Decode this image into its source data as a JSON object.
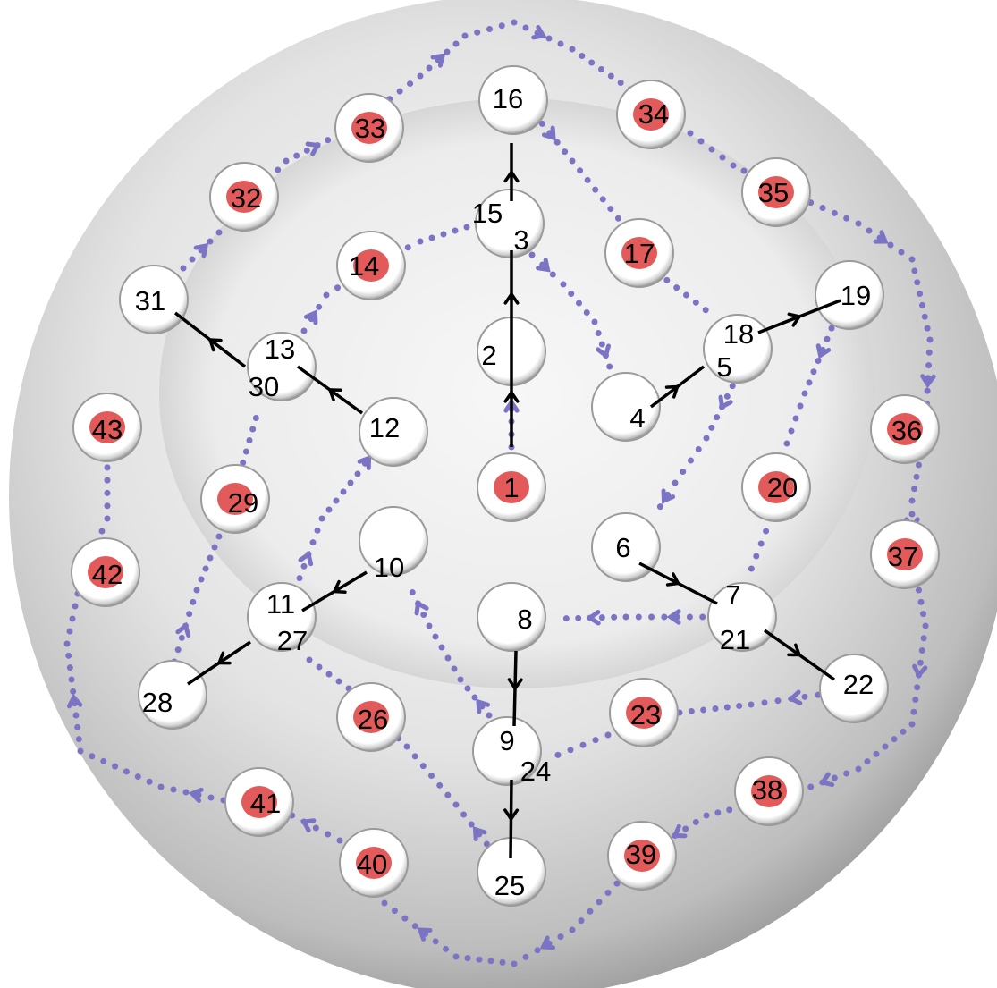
{
  "colors": {
    "dotted_path": "#7b74c4",
    "marked_hole_fill": "#e35a5a",
    "solid_arrow": "#000000",
    "plate_light": "#f4f4f4",
    "plate_dark": "#8e8e8e"
  },
  "holes": [
    {
      "id": "h1",
      "label": "1",
      "marked": true
    },
    {
      "id": "h2",
      "label": "2",
      "marked": false
    },
    {
      "id": "h3",
      "label": "15",
      "label2": "3",
      "marked": false
    },
    {
      "id": "h4",
      "label": "4",
      "marked": false
    },
    {
      "id": "h5",
      "label": "18",
      "label2": "5",
      "marked": false
    },
    {
      "id": "h6",
      "label": "6",
      "marked": false
    },
    {
      "id": "h7",
      "label": "7",
      "label2": "21",
      "marked": false
    },
    {
      "id": "h8",
      "label": "8",
      "marked": false
    },
    {
      "id": "h9",
      "label": "9",
      "label2": "24",
      "marked": false
    },
    {
      "id": "h10",
      "label": "10",
      "marked": false
    },
    {
      "id": "h11",
      "label": "11",
      "label2": "27",
      "marked": false
    },
    {
      "id": "h12",
      "label": "12",
      "marked": false
    },
    {
      "id": "h13",
      "label": "13",
      "label2": "30",
      "marked": false
    },
    {
      "id": "h14",
      "label": "14",
      "marked": true
    },
    {
      "id": "h16",
      "label": "16",
      "marked": false
    },
    {
      "id": "h17",
      "label": "17",
      "marked": true
    },
    {
      "id": "h19",
      "label": "19",
      "marked": false
    },
    {
      "id": "h20",
      "label": "20",
      "marked": true
    },
    {
      "id": "h22",
      "label": "22",
      "marked": false
    },
    {
      "id": "h23",
      "label": "23",
      "marked": true
    },
    {
      "id": "h25",
      "label": "25",
      "marked": false
    },
    {
      "id": "h26",
      "label": "26",
      "marked": true
    },
    {
      "id": "h28",
      "label": "28",
      "marked": false
    },
    {
      "id": "h29",
      "label": "29",
      "marked": true
    },
    {
      "id": "h31",
      "label": "31",
      "marked": false
    },
    {
      "id": "h32",
      "label": "32",
      "marked": true
    },
    {
      "id": "h33",
      "label": "33",
      "marked": true
    },
    {
      "id": "h34",
      "label": "34",
      "marked": true
    },
    {
      "id": "h35",
      "label": "35",
      "marked": true
    },
    {
      "id": "h36",
      "label": "36",
      "marked": true
    },
    {
      "id": "h37",
      "label": "37",
      "marked": true
    },
    {
      "id": "h38",
      "label": "38",
      "marked": true
    },
    {
      "id": "h39",
      "label": "39",
      "marked": true
    },
    {
      "id": "h40",
      "label": "40",
      "marked": true
    },
    {
      "id": "h41",
      "label": "41",
      "marked": true
    },
    {
      "id": "h42",
      "label": "42",
      "marked": true
    },
    {
      "id": "h43",
      "label": "43",
      "marked": true
    }
  ],
  "solid_arrows": [
    {
      "from": "1",
      "to": "2"
    },
    {
      "from": "2",
      "to": "3"
    },
    {
      "from": "15",
      "to": "16"
    },
    {
      "from": "4",
      "to": "5"
    },
    {
      "from": "18",
      "to": "19"
    },
    {
      "from": "6",
      "to": "7"
    },
    {
      "from": "21",
      "to": "22"
    },
    {
      "from": "8",
      "to": "9"
    },
    {
      "from": "24",
      "to": "25"
    },
    {
      "from": "10",
      "to": "11"
    },
    {
      "from": "27",
      "to": "28"
    },
    {
      "from": "12",
      "to": "13"
    },
    {
      "from": "30",
      "to": "31"
    }
  ],
  "dotted_paths": [
    {
      "sequence": [
        "1",
        "2"
      ]
    },
    {
      "sequence": [
        "3",
        "4"
      ]
    },
    {
      "sequence": [
        "5",
        "6"
      ]
    },
    {
      "sequence": [
        "7",
        "8"
      ]
    },
    {
      "sequence": [
        "9",
        "10"
      ]
    },
    {
      "sequence": [
        "11",
        "12"
      ]
    },
    {
      "sequence": [
        "13",
        "14",
        "15"
      ]
    },
    {
      "sequence": [
        "16",
        "17",
        "18"
      ]
    },
    {
      "sequence": [
        "19",
        "20",
        "21"
      ]
    },
    {
      "sequence": [
        "22",
        "23",
        "24"
      ]
    },
    {
      "sequence": [
        "25",
        "26",
        "27"
      ]
    },
    {
      "sequence": [
        "28",
        "29",
        "30"
      ]
    },
    {
      "sequence": [
        "31",
        "32",
        "33",
        "34",
        "35",
        "36",
        "37",
        "38",
        "39",
        "40",
        "41",
        "42",
        "43"
      ]
    }
  ]
}
